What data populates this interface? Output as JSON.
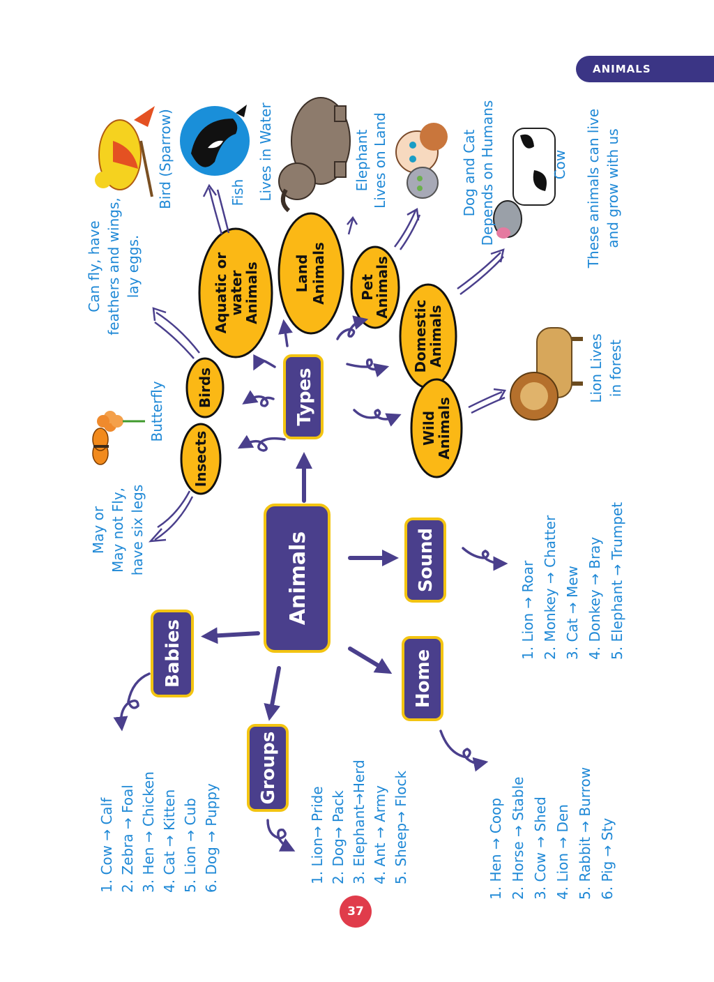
{
  "header": {
    "tab_label": "ANIMALS"
  },
  "page_number": "37",
  "colors": {
    "box": "#4a3f8c",
    "box_border": "#f3c411",
    "oval": "#fbb815",
    "handwriting": "#1e88d6",
    "tab": "#3b3585",
    "page_badge": "#e03c4b"
  },
  "central": {
    "label": "Animals"
  },
  "categories": {
    "types": "Types",
    "babies": "Babies",
    "groups": "Groups",
    "home": "Home",
    "sound": "Sound"
  },
  "type_ovals": {
    "insects": "Insects",
    "birds": "Birds",
    "aquatic": [
      "Aquatic or",
      "water",
      "Animals"
    ],
    "land": [
      "Land",
      "Animals"
    ],
    "pet": [
      "Pet",
      "Animals"
    ],
    "domestic": [
      "Domestic",
      "Animals"
    ],
    "wild": [
      "Wild",
      "Animals"
    ]
  },
  "notes": {
    "insects_desc": [
      "May or",
      "May not Fly,",
      "have six legs"
    ],
    "butterfly": "Butterfly",
    "birds_desc": [
      "Can fly, have",
      "feathers and wings,",
      "lay eggs."
    ],
    "bird_sparrow": "Bird (Sparrow)",
    "fish": "Fish",
    "lives_in_water": "Lives in Water",
    "elephant": [
      "Elephant",
      "Lives on Land"
    ],
    "dog_cat": [
      "Dog and Cat",
      "Depends on Humans"
    ],
    "cow": "Cow",
    "domestic_desc": [
      "These animals can live",
      "and grow with us"
    ],
    "lion": [
      "Lion Lives",
      "in forest"
    ]
  },
  "icons": [
    "butterfly-icon",
    "sparrow-icon",
    "orca-icon",
    "elephant-icon",
    "dog-cat-icon",
    "cow-icon",
    "lion-icon"
  ],
  "lists": {
    "babies": [
      "1. Cow → Calf",
      "2. Zebra → Foal",
      "3. Hen → Chicken",
      "4. Cat → Kitten",
      "5. Lion → Cub",
      "6. Dog → Puppy"
    ],
    "groups": [
      "1. Lion→ Pride",
      "2. Dog→ Pack",
      "3. Elephant→Herd",
      "4. Ant → Army",
      "5. Sheep→ Flock"
    ],
    "home": [
      "1. Hen → Coop",
      "2. Horse → Stable",
      "3. Cow → Shed",
      "4. Lion → Den",
      "5. Rabbit → Burrow",
      "6. Pig → Sty"
    ],
    "sound": [
      "1. Lion → Roar",
      "2. Monkey → Chatter",
      "3. Cat → Mew",
      "4. Donkey → Bray",
      "5. Elephant → Trumpet"
    ]
  }
}
